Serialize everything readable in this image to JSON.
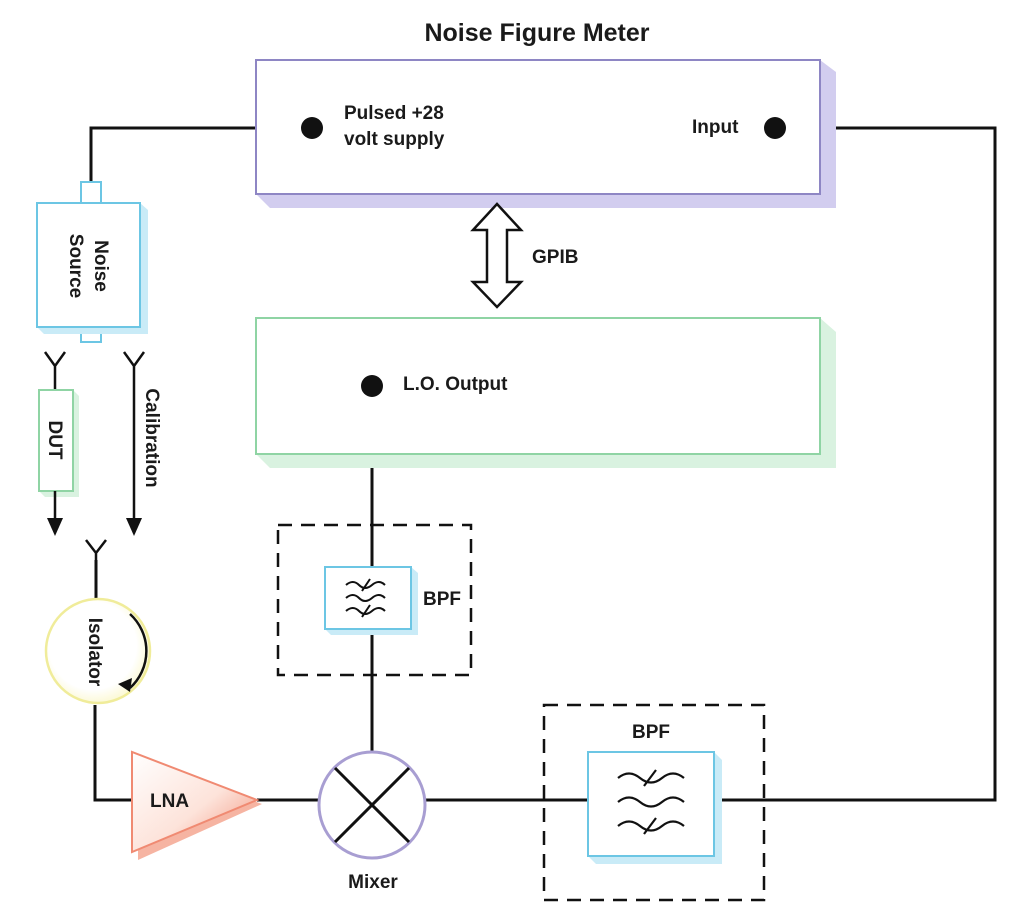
{
  "title": "Noise Figure Meter",
  "meter": {
    "pulsed_supply_line1": "Pulsed +28",
    "pulsed_supply_line2": "volt supply",
    "input_label": "Input"
  },
  "gpib_label": "GPIB",
  "lo_output_label": "L.O. Output",
  "noise_source": {
    "line1": "Noise",
    "line2": "Source"
  },
  "dut_label": "DUT",
  "calibration_label": "Calibration",
  "isolator_label": "Isolator",
  "lna_label": "LNA",
  "mixer_label": "Mixer",
  "bpf_lo_label": "BPF",
  "bpf_if_label": "BPF",
  "colors": {
    "meter_border": "#8e86c4",
    "meter_shadow": "#d2cdef",
    "lo_border": "#8fd4a4",
    "lo_shadow": "#d9f2e0",
    "blue_border": "#6cc6e4",
    "blue_shadow": "#c9ebf7",
    "isolator_border": "#f0ec9a",
    "lna_fill": "#f08a72",
    "mixer_border": "#a89ed2",
    "dut_border": "#8fd4a4",
    "wire": "#111111"
  }
}
